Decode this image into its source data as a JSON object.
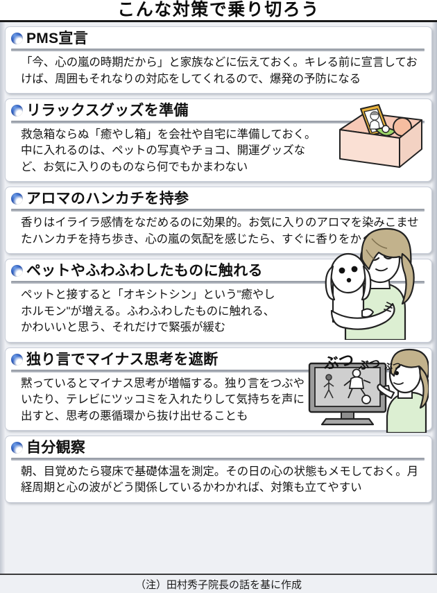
{
  "header": {
    "title": "こんな対策で乗り切ろう"
  },
  "sections": [
    {
      "bullet_icon": "blue-sphere-bullet-icon",
      "title": "PMS宣言",
      "body": "「今、心の嵐の時期だから」と家族などに伝えておく。キレる前に宣言しておけば、周囲もそれなりの対応をしてくれるので、爆発の予防になる"
    },
    {
      "bullet_icon": "blue-sphere-bullet-icon",
      "title": "リラックスグッズを準備",
      "body": "救急箱ならぬ「癒やし箱」を会社や自宅に準備しておく。中に入れるのは、ペットの写真やチョコ、開運グッズなど、お気に入りのものなら何でもかまわない",
      "illustration": "relaxation-box-illustration"
    },
    {
      "bullet_icon": "blue-sphere-bullet-icon",
      "title": "アロマのハンカチを持参",
      "body": "香りはイライラ感情をなだめるのに効果的。お気に入りのアロマを染みこませたハンカチを持ち歩き、心の嵐の気配を感じたら、すぐに香りをかぐ"
    },
    {
      "bullet_icon": "blue-sphere-bullet-icon",
      "title": "ペットやふわふわしたものに触れる",
      "body": "ペットと接すると「オキシトシン」という\"癒やしホルモン\"が増える。ふわふわしたものに触れる、かわいいと思う、それだけで緊張が緩む",
      "illustration": "woman-hugging-dog-illustration"
    },
    {
      "bullet_icon": "blue-sphere-bullet-icon",
      "title": "独り言でマイナス思考を遮断",
      "body": "黙っているとマイナス思考が増幅する。独り言をつぶやいたり、テレビにツッコミを入れたりして気持ちを声に出すと、思考の悪循環から抜け出せることも",
      "illustration": "woman-watching-tv-illustration",
      "onomatopoeia": [
        "ぶつ",
        "ぶつ",
        "ぶつ"
      ]
    },
    {
      "bullet_icon": "blue-sphere-bullet-icon",
      "title": "自分観察",
      "body": "朝、目覚めたら寝床で基礎体温を測定。その日の心の状態もメモしておく。月経周期と心の波がどう関係しているかわかれば、対策も立てやすい"
    }
  ],
  "footnote": {
    "text": "（注）田村秀子院長の話を基に作成"
  },
  "colors": {
    "page_background": "#eef0f4",
    "card_background": "#ffffff",
    "bullet_blue": "#2f5fc0",
    "rule_gray": "#8f959e",
    "text": "#141414",
    "box_pink": "#f6ddd2",
    "hair_tan": "#c2b28c",
    "shirt_green": "#dcefd2",
    "tv_gray": "#b5b5b5"
  }
}
